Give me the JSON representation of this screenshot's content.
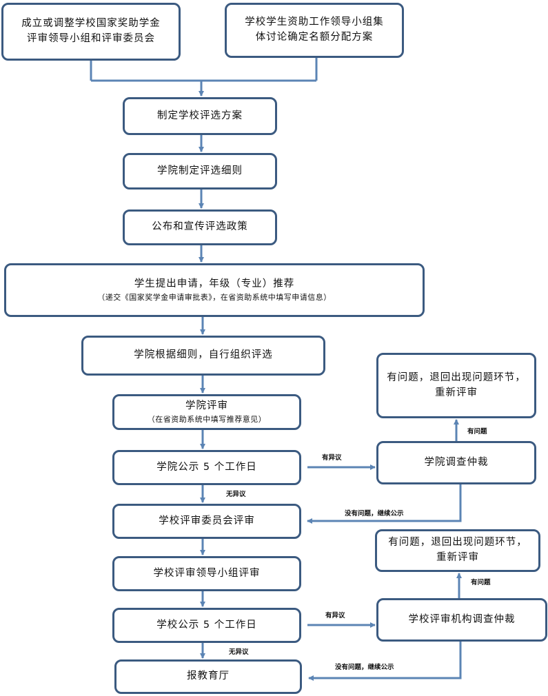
{
  "colors": {
    "box_border": "#3b5a80",
    "connector": "#5b84b4",
    "text": "#111111"
  },
  "boxes": {
    "setup": "成立或调整学校国家奖助学金\n评审领导小组和评审委员会",
    "quota": "学校学生资助工作领导小组集\n体讨论确定名额分配方案",
    "plan": "制定学校评选方案",
    "rules": "学院制定评选细则",
    "publish": "公布和宣传评选政策",
    "apply": {
      "line1": "学生提出申请，年级（专业）推荐",
      "line2": "（递交《国家奖学金申请审批表》，在省资助系统中填写申请信息）"
    },
    "college_select": "学院根据细则，自行组织评选",
    "college_review": {
      "line1": "学院评审",
      "line2": "（在省资助系统中填写推荐意见）"
    },
    "college_publicity": "学院公示 5 个工作日",
    "college_arbitration": "学院调查仲裁",
    "college_issue": "有问题，退回出现问题环节，\n重新评审",
    "school_committee": "学校评审委员会评审",
    "school_leader": "学校评审领导小组评审",
    "school_publicity": "学校公示 5 个工作日",
    "school_arbitration": "学校评审机构调查仲裁",
    "school_issue": "有问题，退回出现问题环节，\n重新评审",
    "report": "报教育厅"
  },
  "labels": {
    "college_objection": "有异议",
    "college_no_objection": "无异议",
    "college_has_problem": "有问题",
    "college_no_problem": "没有问题，继续公示",
    "school_objection": "有异议",
    "school_no_objection": "无异议",
    "school_has_problem": "有问题",
    "school_no_problem": "没有问题，继续公示"
  }
}
